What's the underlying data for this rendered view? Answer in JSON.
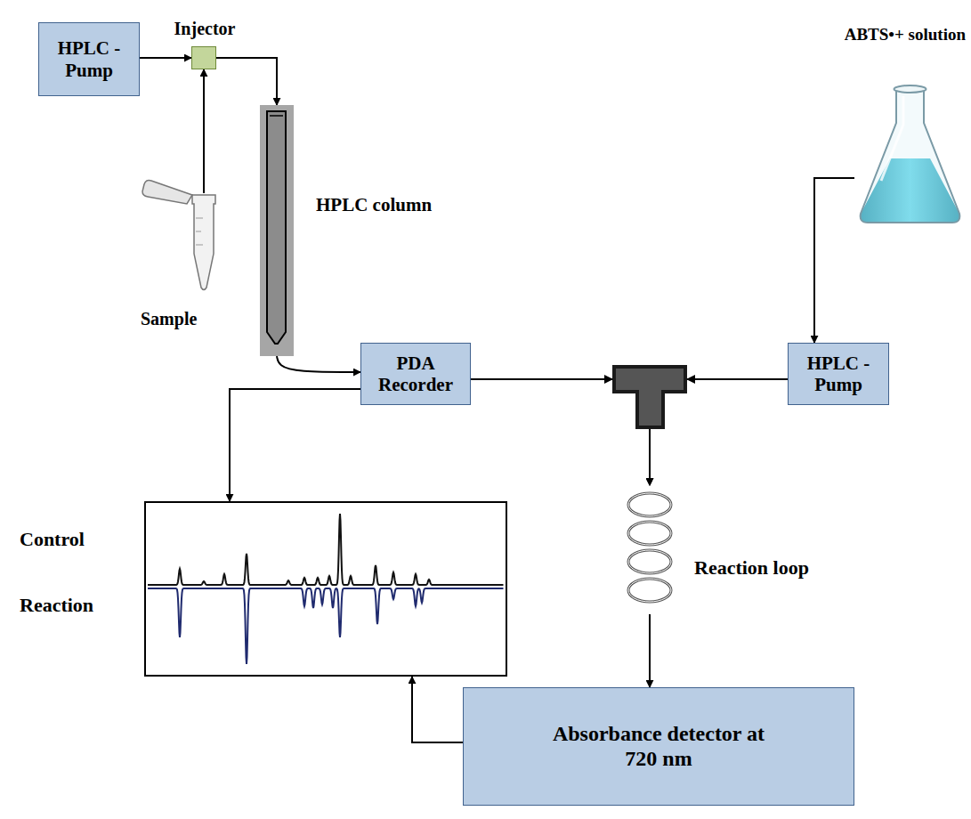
{
  "diagram": {
    "nodes": [
      {
        "text": [
          "HPLC -Pump"
        ]
      },
      {
        "text": [
          "Injector"
        ]
      },
      {
        "text": [
          "ABTS•+ solution"
        ]
      },
      {
        "text": [
          "Sample"
        ]
      },
      {
        "text": [
          "HPLC column"
        ]
      },
      {
        "text": [
          "PDA Recorder"
        ]
      },
      {
        "text": [
          "HPLC -Pump"
        ]
      },
      {
        "text": [
          "Control",
          "Reaction"
        ]
      },
      {
        "text": [
          "Reaction loop"
        ]
      },
      {
        "text": [
          "Absorbance detector at 720 nm"
        ]
      }
    ],
    "edges": [
      {
        "from": 0,
        "to": 1,
        "arrow": "to"
      },
      {
        "from": 3,
        "to": 1,
        "arrow": "to"
      },
      {
        "from": 1,
        "to": 4,
        "arrow": "to"
      },
      {
        "from": 4,
        "to": 5,
        "arrow": "to"
      },
      {
        "from": 5,
        "to": 7,
        "arrow": "to"
      },
      {
        "from": 5,
        "to": 8,
        "arrow": "to"
      },
      {
        "from": 6,
        "to": 8,
        "arrow": "to"
      },
      {
        "from": 2,
        "to": 6,
        "arrow": "to"
      },
      {
        "from": 8,
        "to": 9,
        "arrow": "to"
      },
      {
        "from": 9,
        "to": 7,
        "arrow": "to"
      }
    ]
  }
}
